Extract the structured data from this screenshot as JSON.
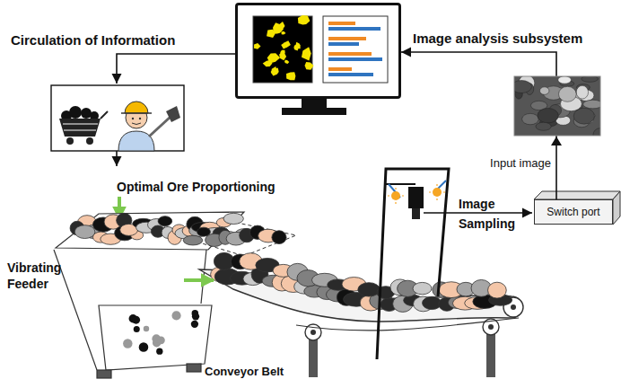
{
  "diagram": {
    "nodes": [
      {
        "text": [
          "Image analysis subsystem"
        ]
      },
      {
        "text": [
          "Switch port"
        ]
      }
    ],
    "edges": [
      {
        "from": 1,
        "to": 0,
        "arrow": "to",
        "label": "Input image"
      }
    ],
    "labels": [
      "Circulation of Information",
      "Optimal Ore Proportioning",
      "Image Sampling",
      "Vibrating Feeder",
      "Conveyor Belt"
    ]
  }
}
